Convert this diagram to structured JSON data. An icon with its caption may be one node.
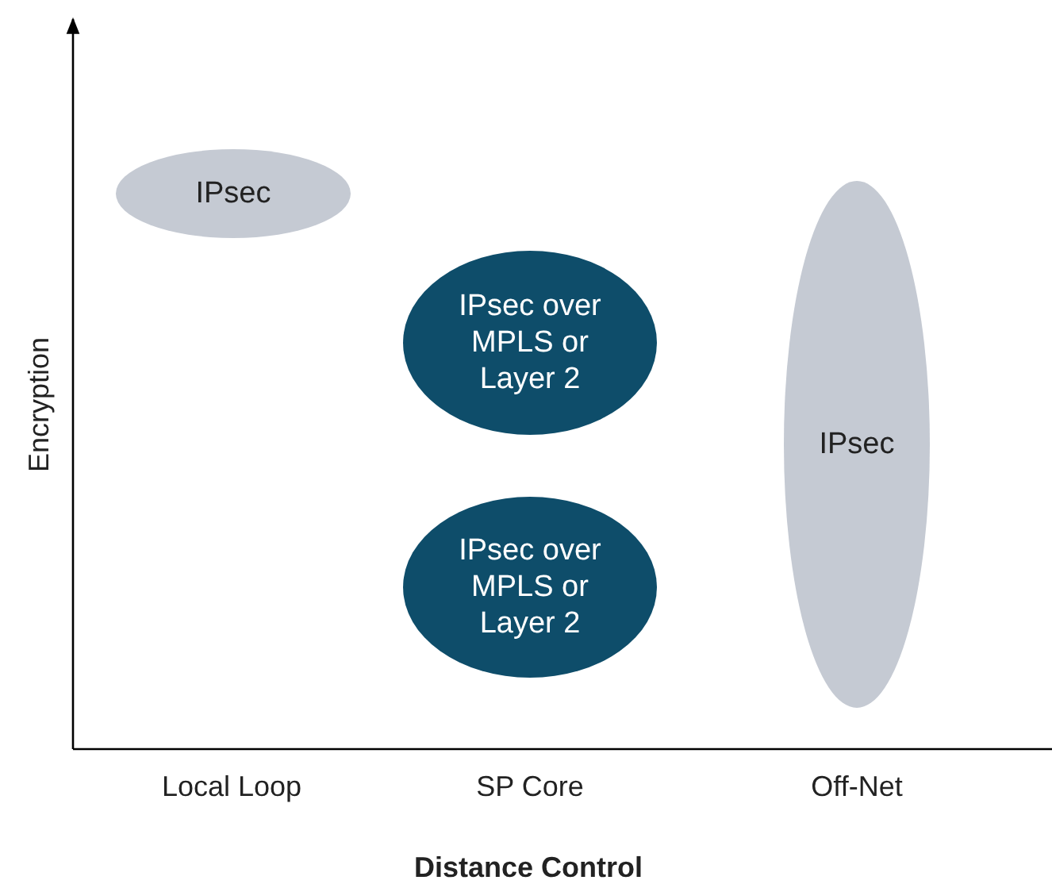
{
  "diagram": {
    "nodes": [
      {
        "text": [
          "IPsec"
        ]
      },
      {
        "text": [
          "IPsec over MPLS or Layer 2"
        ]
      },
      {
        "text": [
          "IPsec over MPLS or Layer 2"
        ]
      },
      {
        "text": [
          "IPsec"
        ]
      }
    ],
    "labels": [
      "Encryption",
      "Local Loop",
      "SP Core",
      "Off-Net",
      "Distance Control"
    ]
  }
}
